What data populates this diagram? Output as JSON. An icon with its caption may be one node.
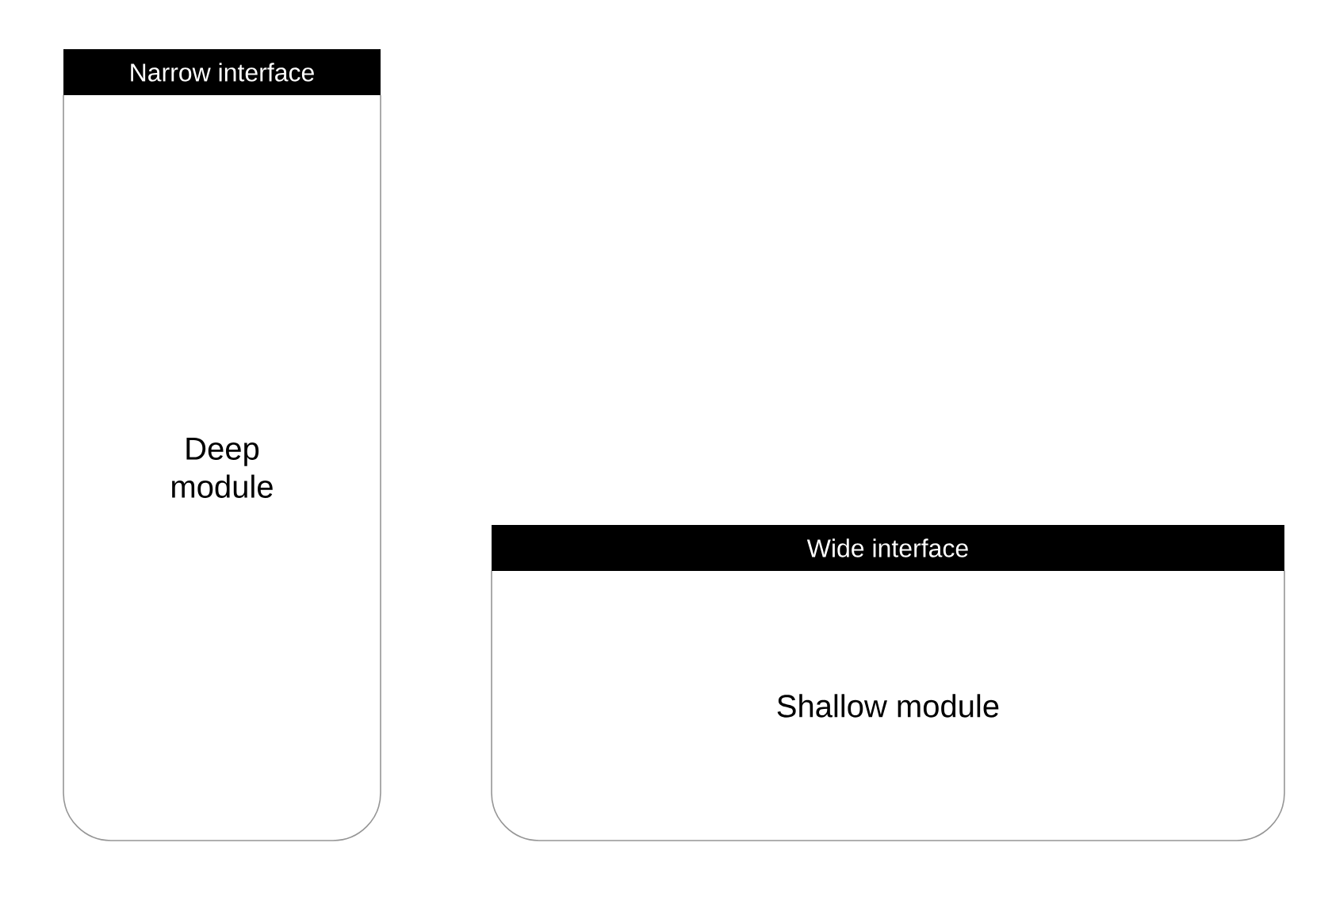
{
  "diagram": {
    "nodes": [
      {
        "text": [
          "Narrow interface"
        ]
      },
      {
        "text": [
          "Deep module"
        ]
      },
      {
        "text": [
          "Wide interface"
        ]
      },
      {
        "text": [
          "Shallow module"
        ]
      }
    ]
  }
}
